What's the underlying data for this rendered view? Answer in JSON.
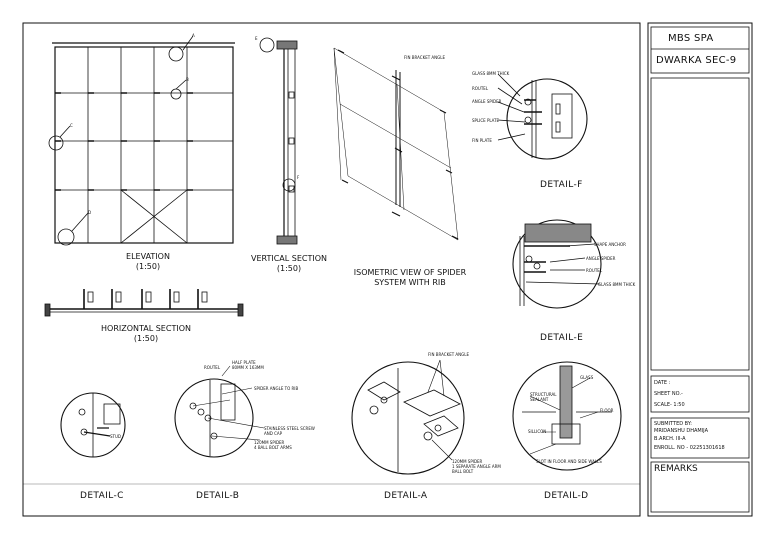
{
  "title_block": {
    "project": "MBS SPA",
    "location": "DWARKA SEC-9",
    "date_label": "DATE         :",
    "sheet_label": "SHEET NO.-",
    "scale_label": "SCALE- 1:50",
    "submitted_by": "SUBMITTED BY:",
    "student_name": "MRIDANSHU DHAMIJA",
    "class": "B.ARCH. III-A",
    "enroll": "ENROLL. NO - 02251301618",
    "remarks": "REMARKS"
  },
  "views": {
    "elevation": "ELEVATION",
    "elevation_scale": "(1:50)",
    "vertical_section": "VERTICAL SECTION",
    "vertical_scale": "(1:50)",
    "horizontal_section": "HORIZONTAL SECTION",
    "horizontal_scale": "(1:50)",
    "isometric_line1": "ISOMETRIC VIEW OF SPIDER",
    "isometric_line2": "SYSTEM WITH RIB"
  },
  "details": {
    "a": "DETAIL-A",
    "b": "DETAIL-B",
    "c": "DETAIL-C",
    "d": "DETAIL-D",
    "e": "DETAIL-E",
    "f": "DETAIL-F"
  },
  "annotations": {
    "f_glass": "GLASS 8MM THICK",
    "f_routel": "ROUTEL",
    "f_angle_spider": "ANGLE SPIDER",
    "f_splice": "SPLICE PLATE",
    "f_fin": "FIN PLATE",
    "e_shape_anchor": "SHAPE ANCHOR",
    "e_angle_spider": "ANGLE SPIDER",
    "e_routel": "ROUTEL",
    "e_glass": "GLASS 8MM THICK",
    "b_routel": "ROUTEL",
    "b_half_plate": "HALF PLATE",
    "b_half_plate_size": "80MM X 163MM",
    "b_spider_angle": "SPIDER ANGLE TO RIB",
    "b_screw": "STAINLESS STEEL SCREW",
    "b_cap": "AND CAP",
    "b_spider": "120MM SPIDER",
    "b_arms": "4 BALL BOLT ARMS",
    "c_stud": "STUD",
    "a_fin_bracket": "FIN BRACKET ANGLE",
    "a_spider": "120MM SPIDER",
    "a_spider2": "1 SEPARATE ANGLE ARM",
    "a_spider3": "BALL BOLT",
    "d_glass": "GLASS",
    "d_sealant1": "STRUCTURAL",
    "d_sealant2": "SEALANT",
    "d_floor": "FLOOR",
    "d_silicon": "SILLICON",
    "d_slot": "SLOT IN FLOOR AND SIDE WALLS",
    "iso_fin": "FIN BRACKET ANGLE",
    "elev_a": "A",
    "elev_b": "B",
    "elev_c": "C",
    "elev_d": "D",
    "vs_e": "E",
    "vs_f": "F"
  }
}
